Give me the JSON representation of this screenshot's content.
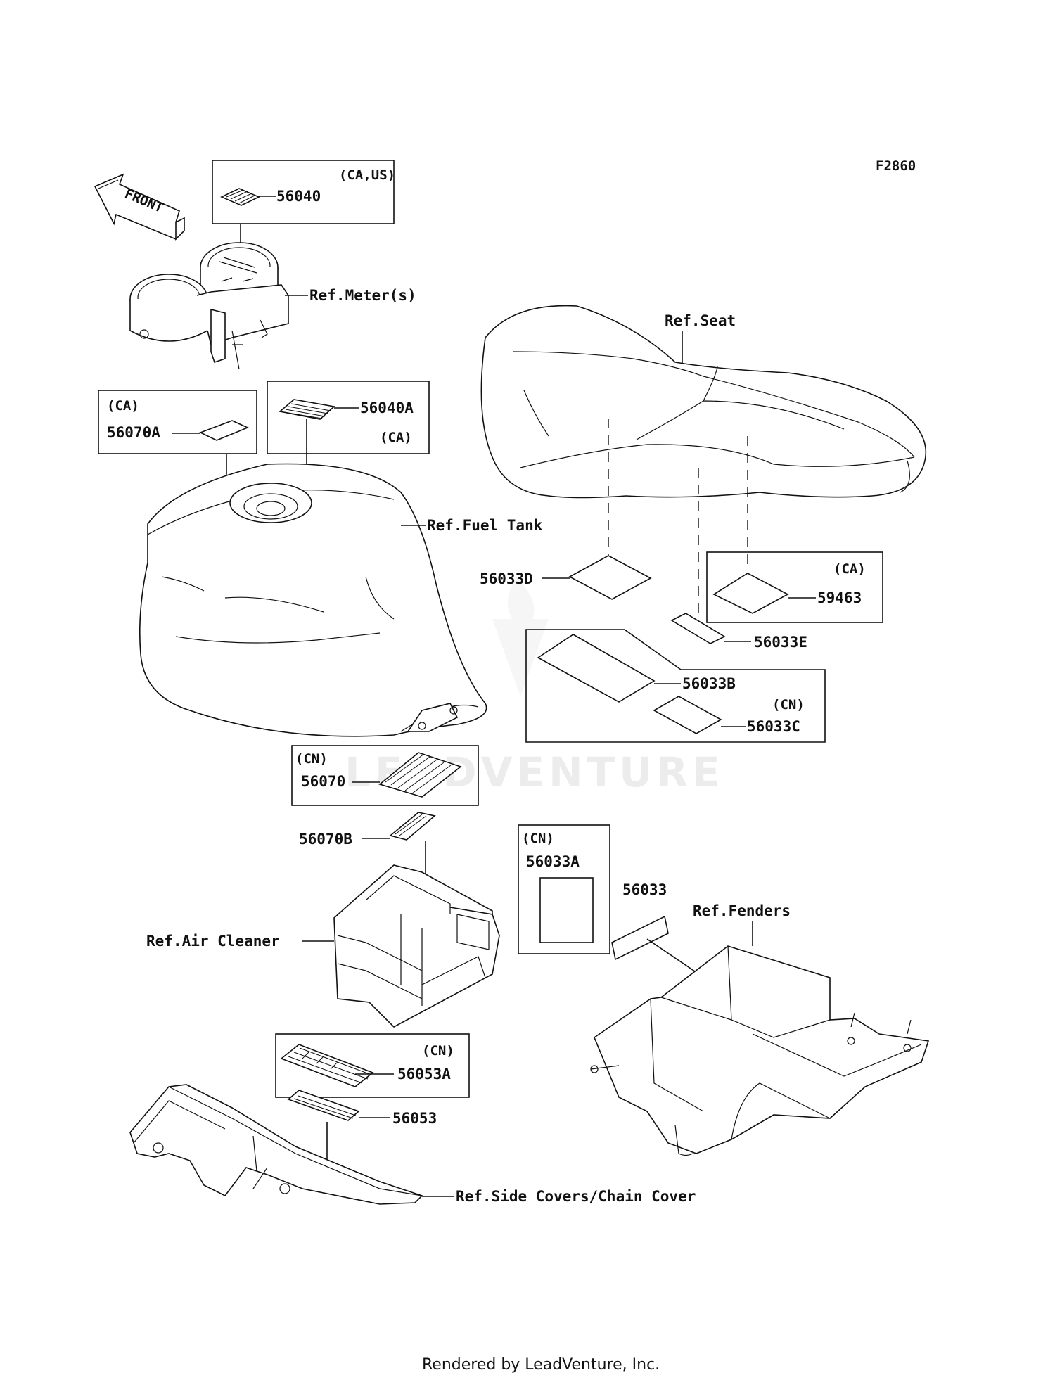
{
  "figure_code": "F2860",
  "front_arrow_label": "FRONT",
  "watermark": "LEADVENTURE",
  "footer": "Rendered by LeadVenture, Inc.",
  "callouts": {
    "p56040": "56040",
    "p56040_region": "(CA,US)",
    "ref_meter": "Ref.Meter(s)",
    "p56070a_region": "(CA)",
    "p56070a": "56070A",
    "p56040a": "56040A",
    "p56040a_region": "(CA)",
    "ref_fuel_tank": "Ref.Fuel Tank",
    "ref_seat": "Ref.Seat",
    "p56033d": "56033D",
    "p59463_region": "(CA)",
    "p59463": "59463",
    "p56033e": "56033E",
    "p56033b": "56033B",
    "p56033c_region": "(CN)",
    "p56033c": "56033C",
    "p56070_region": "(CN)",
    "p56070": "56070",
    "p56070b": "56070B",
    "p56033a_region": "(CN)",
    "p56033a": "56033A",
    "p56033": "56033",
    "ref_fenders": "Ref.Fenders",
    "ref_air_cleaner": "Ref.Air Cleaner",
    "p56053a_region": "(CN)",
    "p56053a": "56053A",
    "p56053": "56053",
    "ref_side_covers": "Ref.Side Covers/Chain Cover"
  }
}
